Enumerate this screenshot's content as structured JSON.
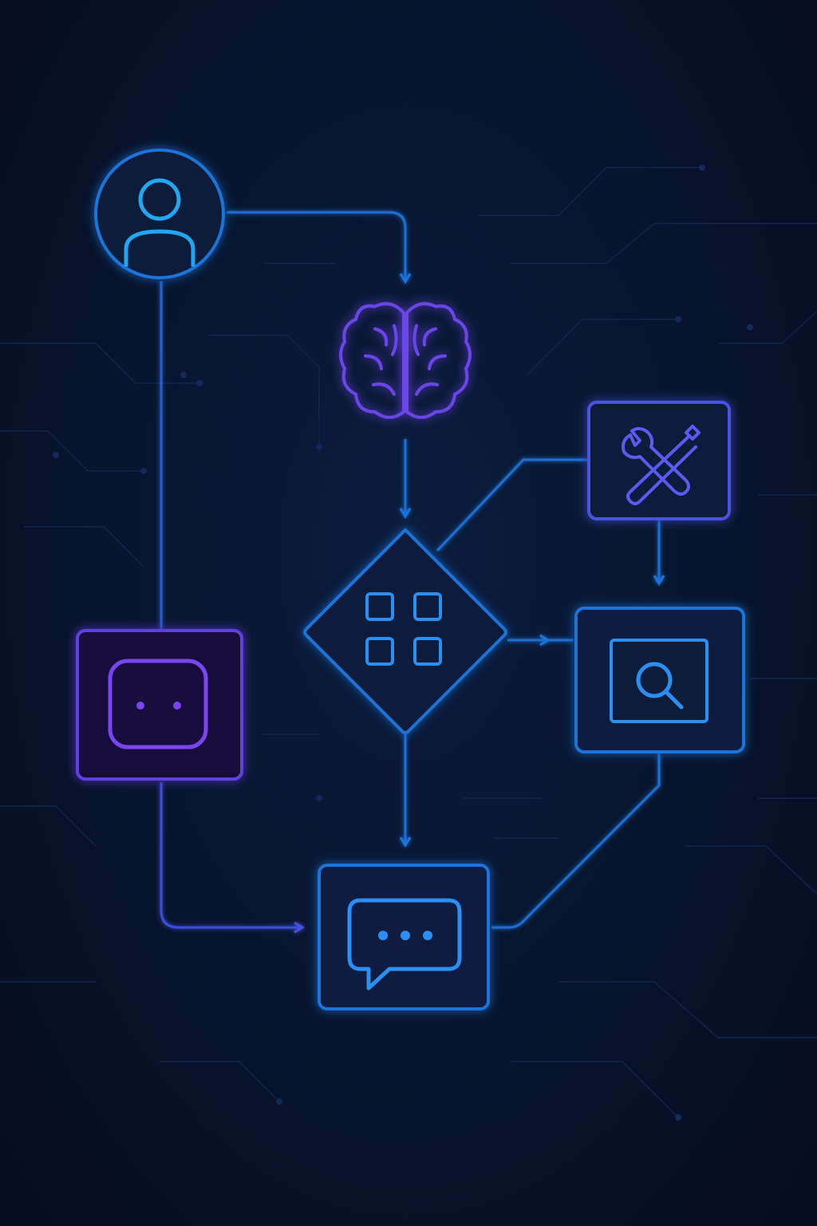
{
  "colors": {
    "background": "#071126",
    "blue": "#1f73d8",
    "blue_bright": "#2a8ff0",
    "violet": "#6f3fe0",
    "indigo": "#4a55e6",
    "circuit": "#12284f"
  },
  "nodes": [
    {
      "name": "user-node",
      "icon": "user-icon",
      "shape": "circle",
      "color": "blue"
    },
    {
      "name": "brain-node",
      "icon": "brain-icon",
      "shape": "none",
      "color": "violet"
    },
    {
      "name": "tools-node",
      "icon": "wrench-screwdriver-icon",
      "shape": "square",
      "color": "indigo"
    },
    {
      "name": "router-node",
      "icon": "grid-icon",
      "shape": "diamond",
      "color": "blue"
    },
    {
      "name": "search-node",
      "icon": "search-icon",
      "shape": "square",
      "color": "blue"
    },
    {
      "name": "robot-node",
      "icon": "robot-face-icon",
      "shape": "square",
      "color": "violet"
    },
    {
      "name": "chat-node",
      "icon": "chat-bubble-icon",
      "shape": "square",
      "color": "blue"
    }
  ],
  "edges": [
    {
      "from": "user-node",
      "to": "brain-node"
    },
    {
      "from": "user-node",
      "to": "robot-node"
    },
    {
      "from": "brain-node",
      "to": "router-node"
    },
    {
      "from": "router-node",
      "to": "tools-node"
    },
    {
      "from": "tools-node",
      "to": "search-node"
    },
    {
      "from": "router-node",
      "to": "search-node"
    },
    {
      "from": "router-node",
      "to": "chat-node"
    },
    {
      "from": "robot-node",
      "to": "chat-node"
    },
    {
      "from": "search-node",
      "to": "chat-node"
    }
  ]
}
